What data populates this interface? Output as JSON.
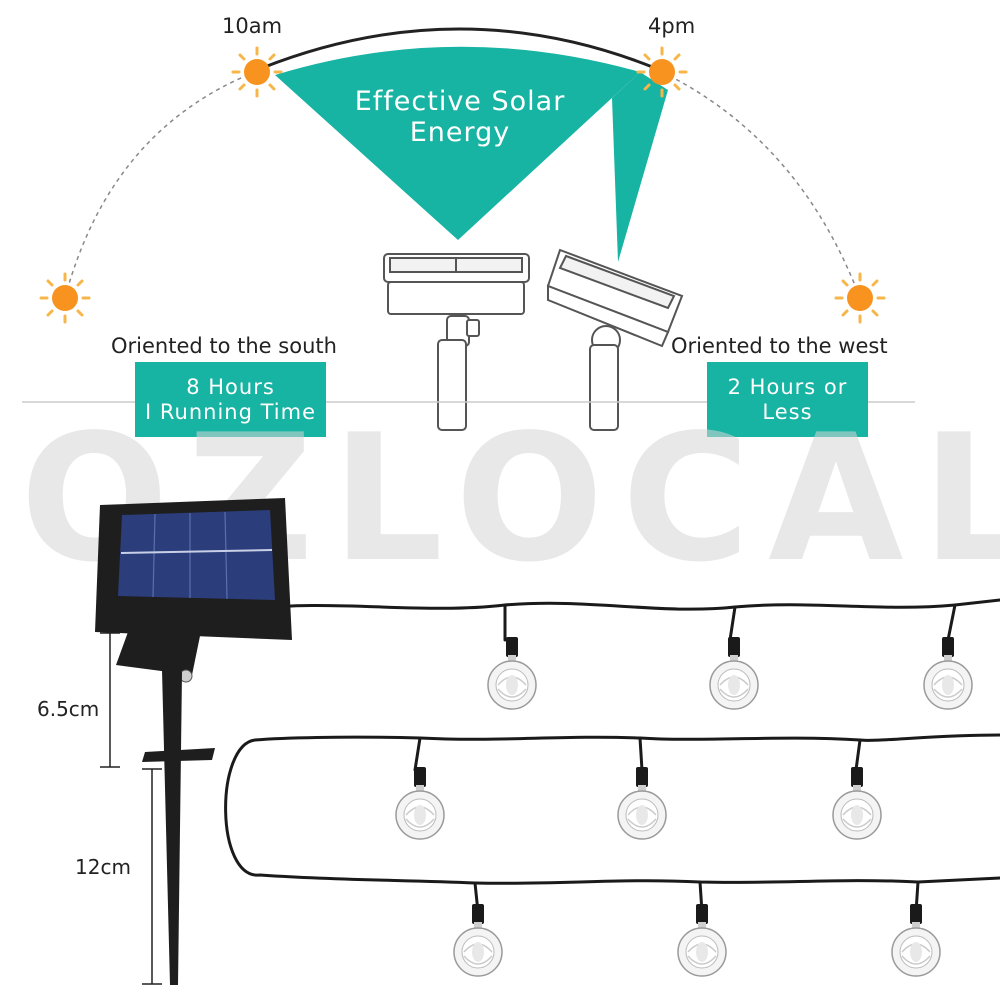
{
  "arc": {
    "time_left": "10am",
    "time_right": "4pm",
    "effective_label_line1": "Effective Solar",
    "effective_label_line2": "Energy"
  },
  "south": {
    "label": "Oriented to the south",
    "box_line1": "8 Hours",
    "box_line2": "I Running Time"
  },
  "west": {
    "label": "Oriented to the west",
    "box_line1": "2 Hours or",
    "box_line2": "Less"
  },
  "watermark": "OZLOCAL",
  "dimensions": {
    "upper": "6.5cm",
    "lower": "12cm"
  },
  "colors": {
    "teal": "#17b3a3",
    "sun": "#f7931e",
    "cable": "#1a1a1a",
    "panel": "#2b3d7a"
  },
  "icons": [
    "sun-icon",
    "solar-panel-icon",
    "bulb-icon",
    "stake-icon"
  ]
}
